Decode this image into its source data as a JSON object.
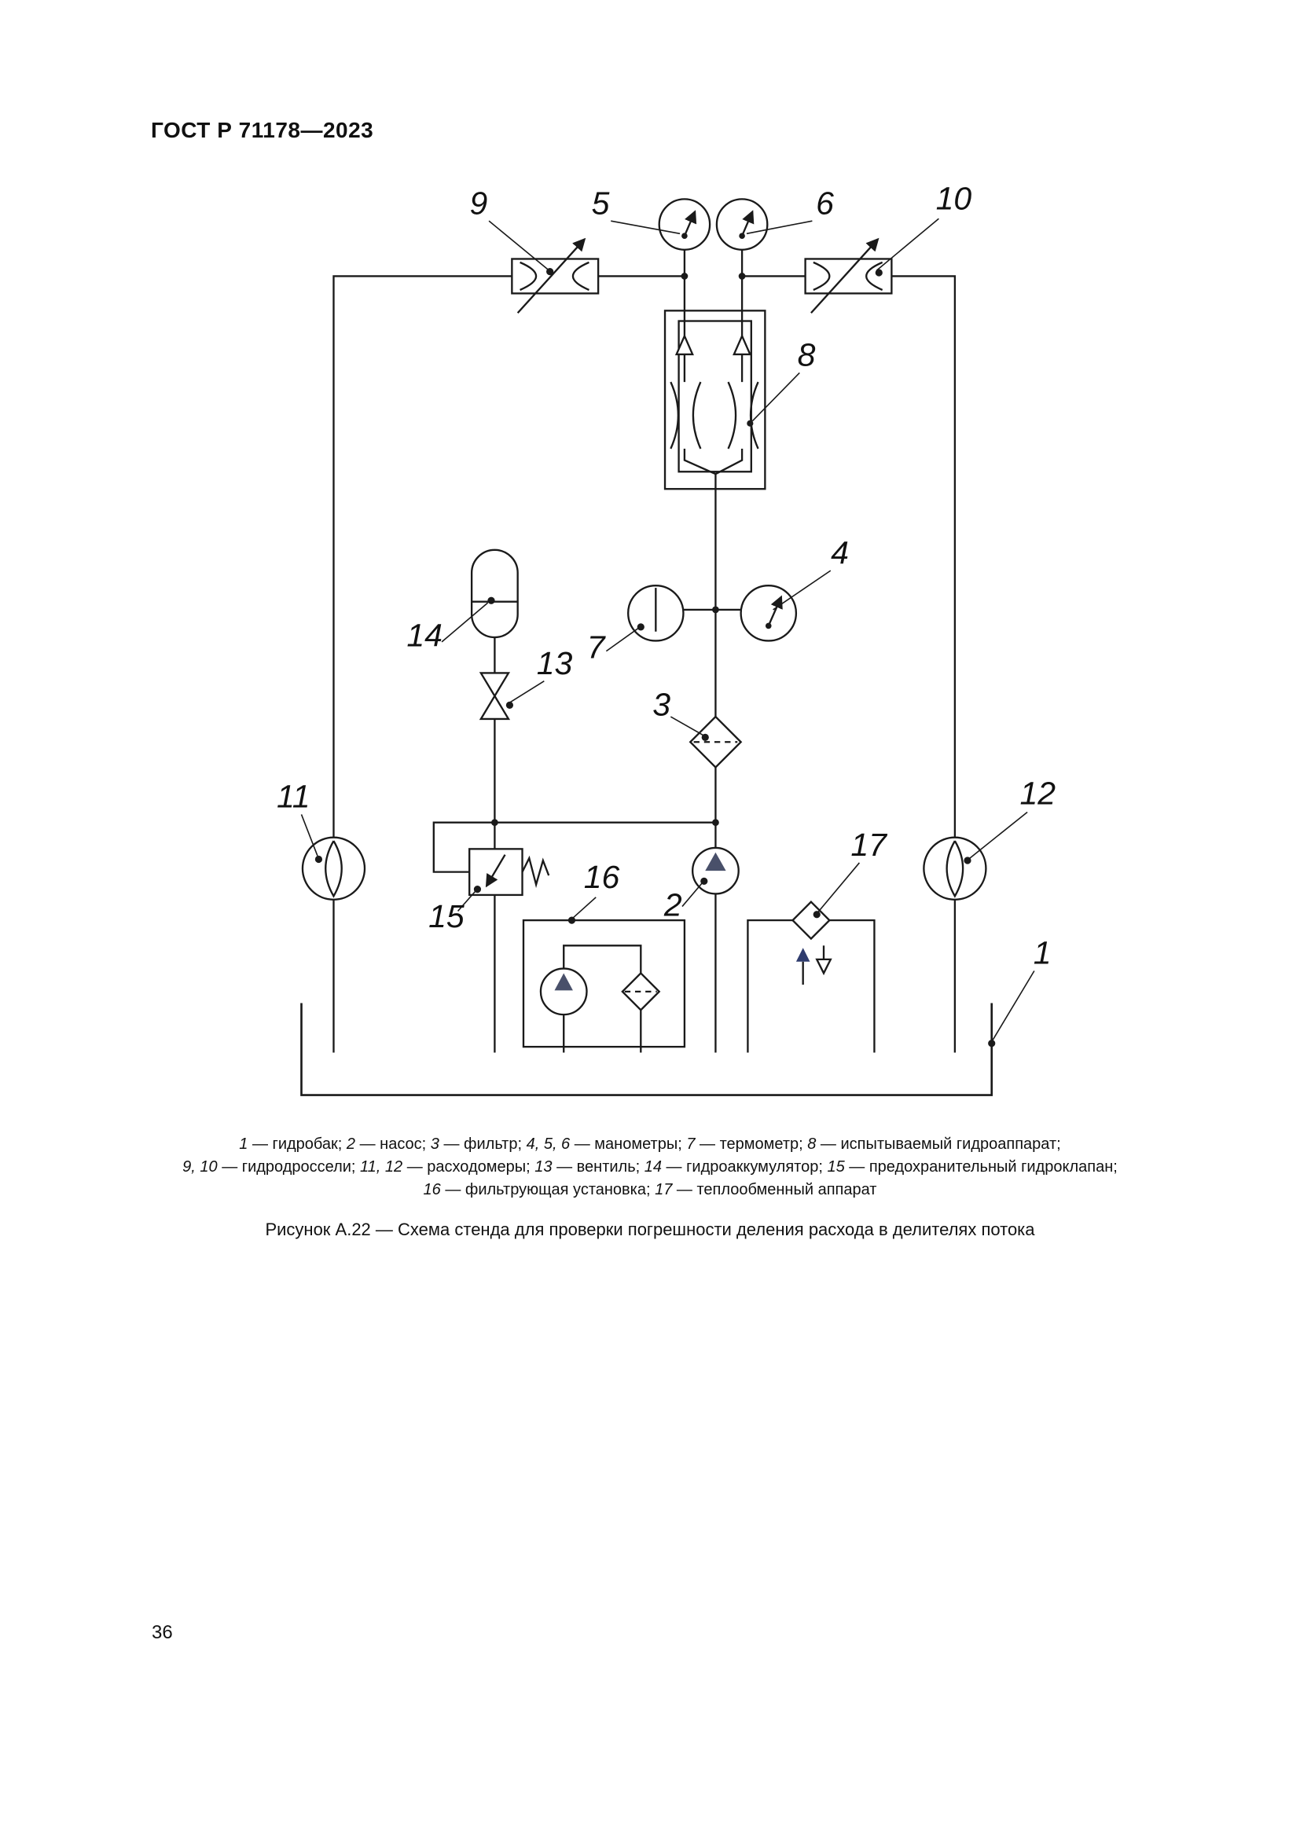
{
  "page": {
    "header": "ГОСТ Р 71178—2023",
    "page_number": "36"
  },
  "figure": {
    "caption": "Рисунок А.22 — Схема стенда для проверки погрешности деления расхода в делителях потока",
    "legend_lines": [
      [
        {
          "num": "1",
          "name": "гидробак"
        },
        {
          "num": "2",
          "name": "насос"
        },
        {
          "num": "3",
          "name": "фильтр"
        },
        {
          "num": "4, 5, 6",
          "name": "манометры"
        },
        {
          "num": "7",
          "name": "термометр"
        },
        {
          "num": "8",
          "name": "испытываемый гидроаппарат"
        }
      ],
      [
        {
          "num": "9, 10",
          "name": "гидродроссели"
        },
        {
          "num": "11, 12",
          "name": "расходомеры"
        },
        {
          "num": "13",
          "name": "вентиль"
        },
        {
          "num": "14",
          "name": "гидроаккумулятор"
        },
        {
          "num": "15",
          "name": "предохранительный гидроклапан"
        }
      ],
      [
        {
          "num": "16",
          "name": "фильтрующая установка"
        },
        {
          "num": "17",
          "name": "теплообменный аппарат"
        }
      ]
    ]
  },
  "diagram": {
    "labels": {
      "l1": "1",
      "l2": "2",
      "l3": "3",
      "l4": "4",
      "l5": "5",
      "l6": "6",
      "l7": "7",
      "l8": "8",
      "l9": "9",
      "l10": "10",
      "l11": "11",
      "l12": "12",
      "l13": "13",
      "l14": "14",
      "l15": "15",
      "l16": "16",
      "l17": "17"
    },
    "colors": {
      "ink": "#1a1a1a",
      "pump_triangle": "#49506a",
      "hx_triangle": "#2f3c6e"
    }
  }
}
